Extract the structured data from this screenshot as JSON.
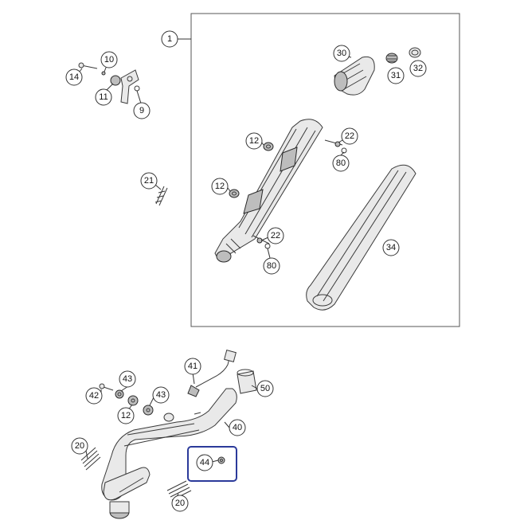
{
  "diagram": {
    "callouts": {
      "c1": "1",
      "c30": "30",
      "c31": "31",
      "c32": "32",
      "c10": "10",
      "c14": "14",
      "c11": "11",
      "c9": "9",
      "c12a": "12",
      "c22a": "22",
      "c80a": "80",
      "c21": "21",
      "c12b": "12",
      "c22b": "22",
      "c80b": "80",
      "c34": "34",
      "c41": "41",
      "c43a": "43",
      "c42": "42",
      "c43b": "43",
      "c12c": "12",
      "c50": "50",
      "c40": "40",
      "c20a": "20",
      "c44": "44",
      "c20b": "20"
    },
    "colors": {
      "highlight_box": "#2b3a9a",
      "line": "#3a3a3a",
      "frame": "#555555"
    }
  }
}
